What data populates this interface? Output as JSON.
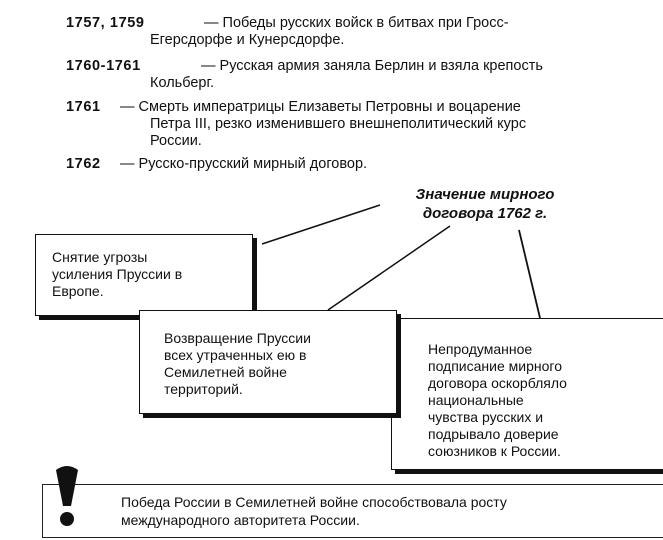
{
  "events": [
    {
      "year": "1757, 1759",
      "lines": [
        "— Победы русских войск в битвах при Гросс-",
        "Егерсдорфе и Кунерсдорфе."
      ]
    },
    {
      "year": "1760-1761",
      "lines": [
        "— Русская армия заняла Берлин и взяла крепость",
        "Кольберг."
      ]
    },
    {
      "year": "1761",
      "lines": [
        "— Смерть императрицы Елизаветы Петровны и воцарение",
        "Петра III, резко изменившего внешнеполитический курс",
        "России."
      ]
    },
    {
      "year": "1762",
      "lines": [
        "— Русско-прусский мирный договор."
      ]
    }
  ],
  "diagram": {
    "title_lines": [
      "Значение мирного",
      "договора 1762 г."
    ],
    "boxes": [
      {
        "lines": [
          "Снятие угрозы",
          "усиления Пруссии в",
          "Европе."
        ]
      },
      {
        "lines": [
          "Возвращение Пруссии",
          "всех утраченных ею в",
          "Семилетней войне",
          "территорий."
        ]
      },
      {
        "lines": [
          "Непродуманное",
          "подписание мирного",
          "договора оскорбляло",
          "национальные",
          "чувства русских и",
          "подрывало доверие",
          "союзников к России."
        ]
      }
    ]
  },
  "warning": {
    "icon": "exclamation-icon",
    "lines": [
      "Победа России в Семилетней войне способствовала росту",
      "международного авторитета России."
    ]
  }
}
